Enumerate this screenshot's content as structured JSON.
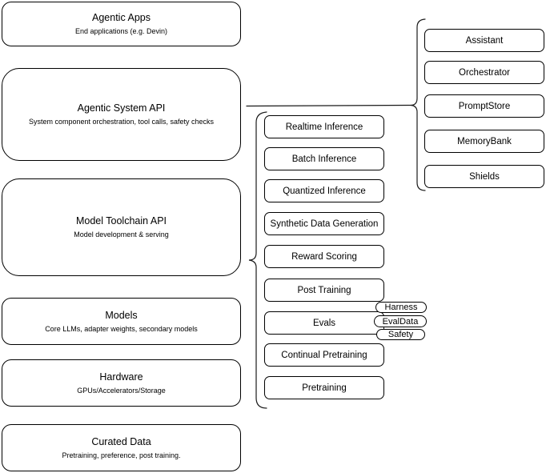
{
  "canvas": {
    "background": "#ffffff",
    "stroke_color": "#000000",
    "text_color": "#000000",
    "node_fill": "#ffffff"
  },
  "left_column": [
    {
      "title": "Agentic Apps",
      "subtitle": "End applications (e.g. Devin)"
    },
    {
      "title": "Agentic System API",
      "subtitle": "System component orchestration, tool calls, safety checks"
    },
    {
      "title": "Model Toolchain API",
      "subtitle": "Model development & serving"
    },
    {
      "title": "Models",
      "subtitle": "Core LLMs, adapter weights, secondary models"
    },
    {
      "title": "Hardware",
      "subtitle": "GPUs/Accelerators/Storage"
    },
    {
      "title": "Curated Data",
      "subtitle": "Pretraining, preference, post training."
    }
  ],
  "toolchain_items": [
    "Realtime Inference",
    "Batch Inference",
    "Quantized Inference",
    "Synthetic Data Generation",
    "Reward Scoring",
    "Post Training",
    "Evals",
    "Continual Pretraining",
    "Pretraining"
  ],
  "eval_tags": [
    "Harness",
    "EvalData",
    "Safety"
  ],
  "system_components": [
    "Assistant",
    "Orchestrator",
    "PromptStore",
    "MemoryBank",
    "Shields"
  ]
}
